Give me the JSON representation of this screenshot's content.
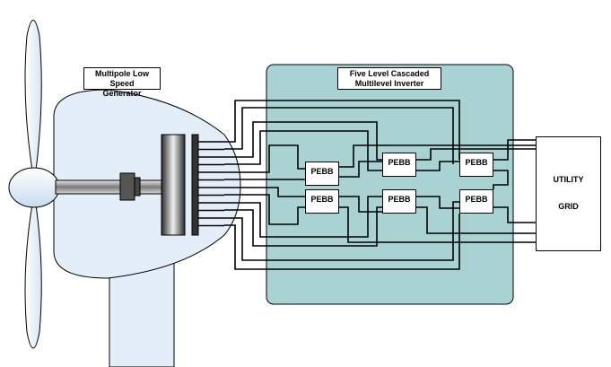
{
  "labels": {
    "generator_line1": "Multipole Low Speed",
    "generator_line2": "Generator",
    "inverter_line1": "Five Level Cascaded",
    "inverter_line2": "Multilevel Inverter",
    "grid_line1": "UTILITY",
    "grid_line2": "GRID"
  },
  "pebb_label": "PEBB",
  "pebbs": [
    {
      "id": "a1",
      "label": "PEBB"
    },
    {
      "id": "a2",
      "label": "PEBB"
    },
    {
      "id": "b1",
      "label": "PEBB"
    },
    {
      "id": "b2",
      "label": "PEBB"
    },
    {
      "id": "c1",
      "label": "PEBB"
    },
    {
      "id": "c2",
      "label": "PEBB"
    }
  ],
  "colors": {
    "inverter_fill": "#a9d3d3",
    "nacelle_fill": "#e3eef8",
    "tower_fill": "#e3eef8",
    "stroke": "#000000"
  }
}
